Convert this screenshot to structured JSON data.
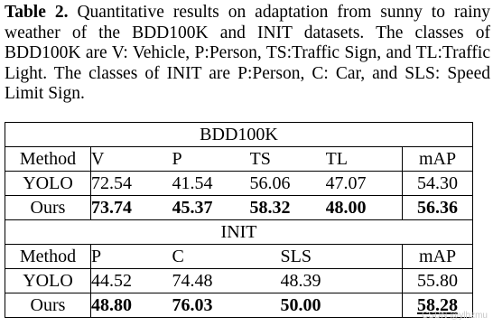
{
  "caption": {
    "label": "Table 2.",
    "text": "Quantitative results on adaptation from sunny to rainy weather of the BDD100K and INIT datasets.  The classes of BDD100K are V: Vehicle, P:Person, TS:Traffic Sign, and TL:Traffic Light. The classes of INIT are P:Person, C: Car, and SLS: Speed Limit Sign."
  },
  "table_bdd": {
    "title": "BDD100K",
    "headers": [
      "Method",
      "V",
      "P",
      "TS",
      "TL",
      "mAP"
    ],
    "rows": [
      [
        "YOLO",
        "72.54",
        "41.54",
        "56.06",
        "47.07",
        "54.30"
      ],
      [
        "Ours",
        "73.74",
        "45.37",
        "58.32",
        "48.00",
        "56.36"
      ]
    ]
  },
  "table_init": {
    "title": "INIT",
    "headers": [
      "Method",
      "P",
      "C",
      "SLS",
      "mAP"
    ],
    "rows": [
      [
        "YOLO",
        "44.52",
        "74.48",
        "48.39",
        "55.80"
      ],
      [
        "Ours",
        "48.80",
        "76.03",
        "50.00",
        "58.28"
      ]
    ]
  },
  "watermark": "CSDN @ylhzmu"
}
